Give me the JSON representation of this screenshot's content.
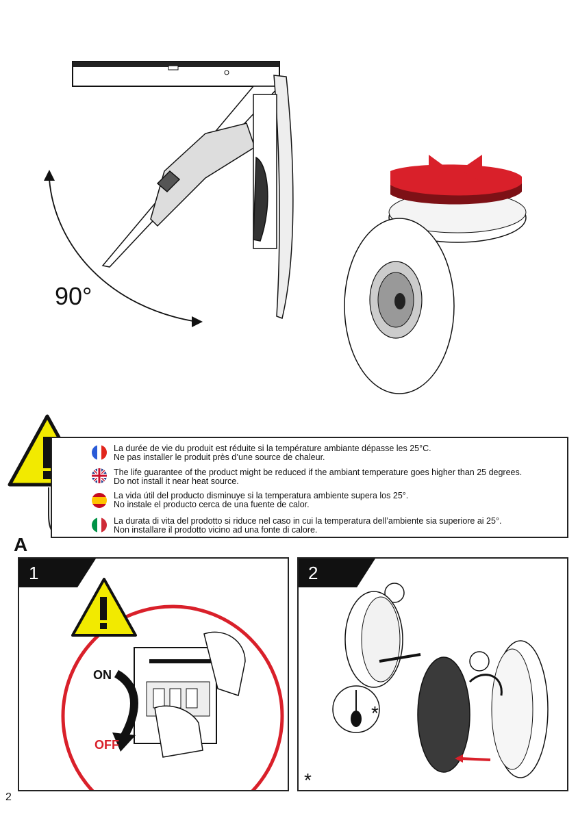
{
  "figure_top": {
    "angle_label": "90°"
  },
  "warning": {
    "lines": [
      {
        "lang": "fr",
        "flag_icon": "france-flag-icon",
        "line1": "La durée de vie du produit est réduite si la température ambiante dépasse les 25°C.",
        "line2": "Ne pas installer le produit près d’une source de chaleur."
      },
      {
        "lang": "en",
        "flag_icon": "uk-flag-icon",
        "line1": "The life guarantee of the product might be reduced if the ambiant temperature goes higher than 25 degrees.",
        "line2": "Do not install it near heat source."
      },
      {
        "lang": "es",
        "flag_icon": "spain-flag-icon",
        "line1": "La vida útil del producto disminuye si la temperatura ambiente supera los 25°.",
        "line2": "No instale el producto cerca de una fuente de calor."
      },
      {
        "lang": "it",
        "flag_icon": "italy-flag-icon",
        "line1": "La durata di vita del prodotto si riduce nel caso in cui la temperatura dell’ambiente sia superiore ai 25°.",
        "line2": "Non installare il prodotto vicino ad una fonte di calore."
      }
    ]
  },
  "section": {
    "letter": "A"
  },
  "steps": [
    {
      "number": "1",
      "on_label": "ON",
      "off_label": "OFF"
    },
    {
      "number": "2",
      "footnote_symbol": "*"
    }
  ],
  "page_number": "2",
  "colors": {
    "warning_yellow": "#f2ea00",
    "arrow_red": "#d9202a",
    "dark_red": "#7d1116"
  }
}
